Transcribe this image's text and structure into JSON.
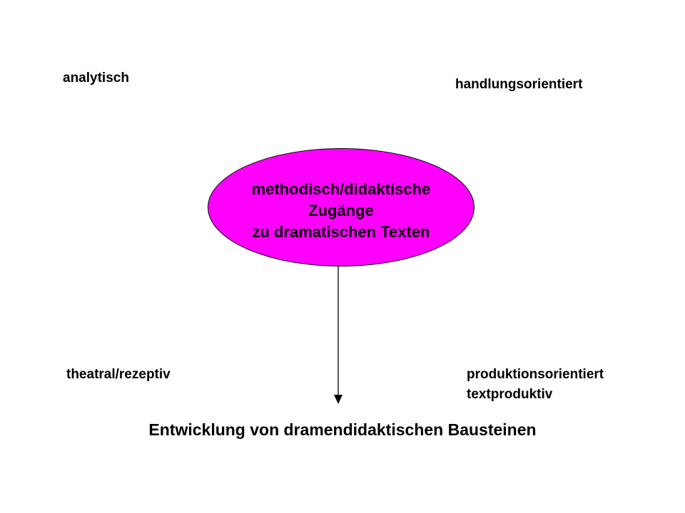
{
  "diagram": {
    "ellipse_color": "#ff00ff",
    "center_lines": [
      "methodisch/didaktische",
      "Zugänge",
      "zu dramatischen Texten"
    ],
    "labels": {
      "analytisch": "analytisch",
      "handlungsorientiert": "handlungsorientiert",
      "theatral_rezeptiv": "theatral/rezeptiv",
      "produktionsorientiert": "produktionsorientiert",
      "textproduktiv": "textproduktiv"
    },
    "footer": "Entwicklung von dramendidaktischen Bausteinen"
  }
}
